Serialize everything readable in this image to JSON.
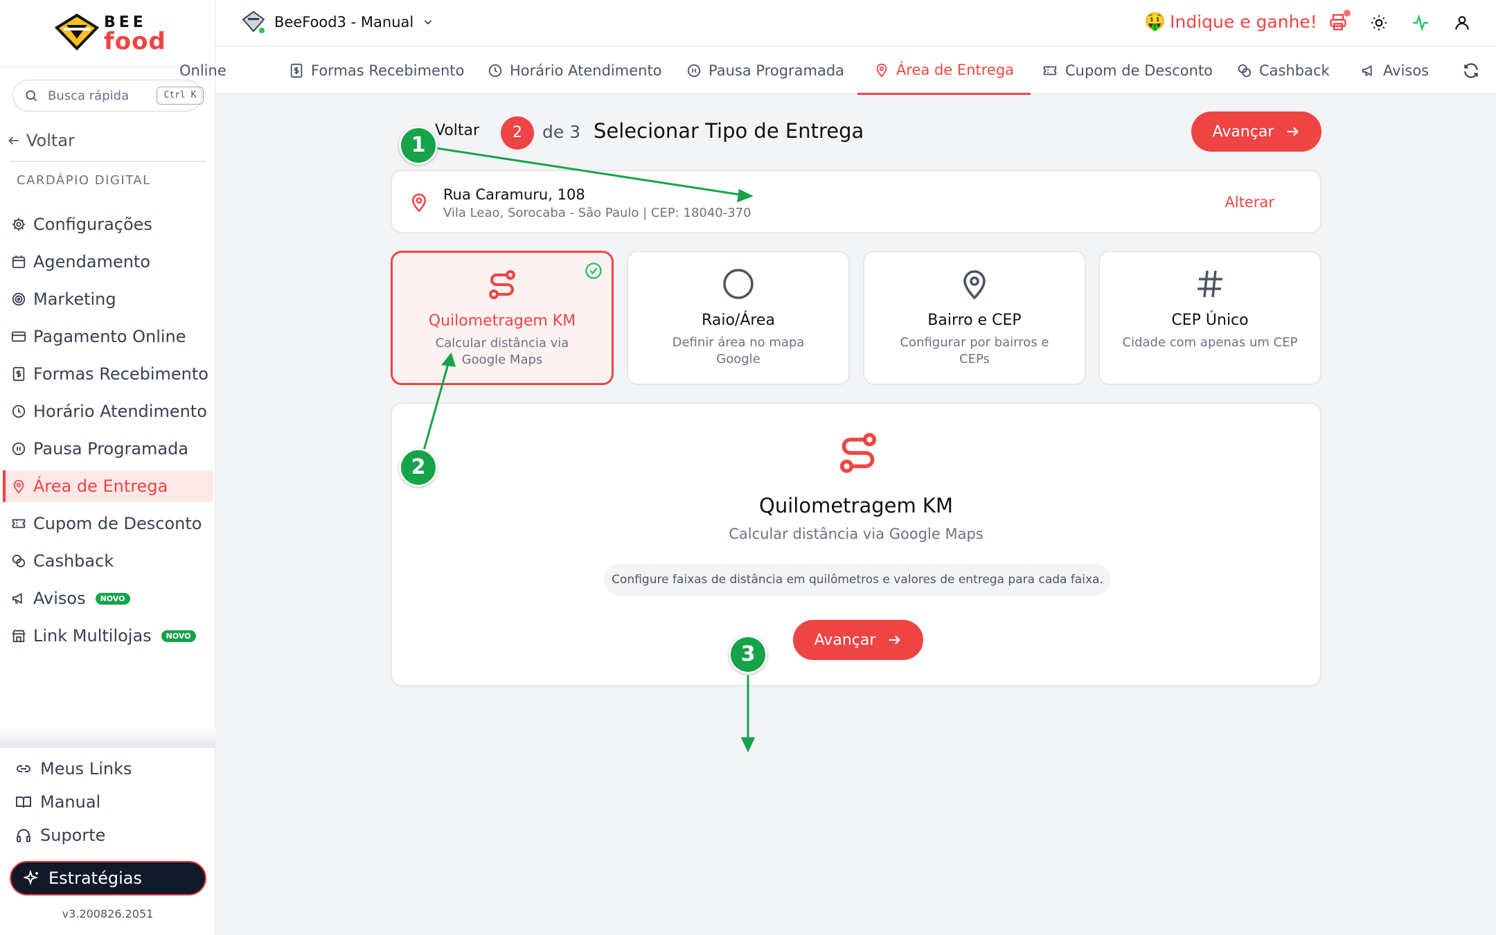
{
  "logo": {
    "line1": "BEE",
    "line2": "food"
  },
  "sidebar": {
    "search_placeholder": "Busca rápida",
    "search_shortcut": "Ctrl K",
    "back_label": "Voltar",
    "section_title": "CARDÁPIO DIGITAL",
    "items": [
      {
        "label": "Configurações",
        "icon": "gear-icon"
      },
      {
        "label": "Agendamento",
        "icon": "calendar-icon"
      },
      {
        "label": "Marketing",
        "icon": "target-icon"
      },
      {
        "label": "Pagamento Online",
        "icon": "credit-card-icon"
      },
      {
        "label": "Formas Recebimento",
        "icon": "receipt-icon"
      },
      {
        "label": "Horário Atendimento",
        "icon": "clock-icon"
      },
      {
        "label": "Pausa Programada",
        "icon": "pause-icon"
      },
      {
        "label": "Área de Entrega",
        "icon": "map-pin-icon",
        "active": true
      },
      {
        "label": "Cupom de Desconto",
        "icon": "ticket-icon"
      },
      {
        "label": "Cashback",
        "icon": "coins-icon"
      },
      {
        "label": "Avisos",
        "icon": "megaphone-icon",
        "badge": "NOVO"
      },
      {
        "label": "Link Multilojas",
        "icon": "store-icon",
        "badge": "NOVO"
      }
    ],
    "bottom": [
      {
        "label": "Meus Links",
        "icon": "link-icon"
      },
      {
        "label": "Manual",
        "icon": "book-icon"
      },
      {
        "label": "Suporte",
        "icon": "headphones-icon"
      }
    ],
    "strategies_label": "Estratégias",
    "version": "v3.200826.2051"
  },
  "header": {
    "store_name": "BeeFood3 - Manual",
    "promo_label": "Indique e ganhe!",
    "promo_emoji": "🤑"
  },
  "tabs": [
    {
      "label": "Online",
      "icon": "credit-card-icon"
    },
    {
      "label": "Formas Recebimento",
      "icon": "receipt-icon"
    },
    {
      "label": "Horário Atendimento",
      "icon": "clock-icon"
    },
    {
      "label": "Pausa Programada",
      "icon": "pause-icon"
    },
    {
      "label": "Área de Entrega",
      "icon": "map-pin-icon",
      "active": true
    },
    {
      "label": "Cupom de Desconto",
      "icon": "ticket-icon"
    },
    {
      "label": "Cashback",
      "icon": "coins-icon"
    },
    {
      "label": "Avisos",
      "icon": "megaphone-icon"
    }
  ],
  "wizard": {
    "back_label": "Voltar",
    "step_current": "2",
    "step_total_label": "de 3",
    "title": "Selecionar Tipo de Entrega",
    "next_label": "Avançar"
  },
  "address": {
    "street": "Rua Caramuru, 108",
    "details": "Vila Leao, Sorocaba - São Paulo | CEP: 18040-370",
    "change_label": "Alterar"
  },
  "options": [
    {
      "title": "Quilometragem KM",
      "desc": "Calcular distância via Google Maps",
      "icon": "route-icon",
      "selected": true
    },
    {
      "title": "Raio/Área",
      "desc": "Definir área no mapa Google",
      "icon": "circle-icon"
    },
    {
      "title": "Bairro e CEP",
      "desc": "Configurar por bairros e CEPs",
      "icon": "map-pin-icon"
    },
    {
      "title": "CEP Único",
      "desc": "Cidade com apenas um CEP",
      "icon": "hash-icon"
    }
  ],
  "detail": {
    "title": "Quilometragem KM",
    "subtitle": "Calcular distância via Google Maps",
    "info": "Configure faixas de distância em quilômetros e valores de entrega para cada faixa.",
    "next_label": "Avançar"
  },
  "annotations": [
    "1",
    "2",
    "3"
  ],
  "colors": {
    "accent": "#ef4444",
    "annotation": "#16a34a",
    "dark": "#111827"
  }
}
